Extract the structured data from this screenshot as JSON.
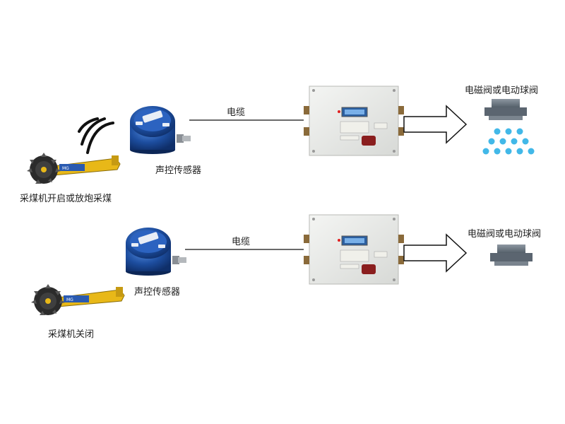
{
  "scenario_on": {
    "shearer_label": "采煤机开启或放炮采煤",
    "sensor_label": "声控传感器",
    "cable_label": "电缆",
    "valve_label": "电磁阀或电动球阀",
    "valve_state": "spraying",
    "sound_waves": true
  },
  "scenario_off": {
    "shearer_label": "采煤机关闭",
    "sensor_label": "声控传感器",
    "cable_label": "电缆",
    "valve_label": "电磁阀或电动球阀",
    "valve_state": "closed",
    "sound_waves": false
  },
  "colors": {
    "sensor_blue": "#1d4ea0",
    "controller_body": "#e8e9e7",
    "shearer_yellow": "#e8b818",
    "water_drop": "#42b8e8",
    "valve_gray": "#6e7780"
  },
  "icons": {
    "sound": "sound-wave-icon",
    "shearer": "coal-shearer-icon",
    "sensor": "acoustic-sensor-icon",
    "controller": "controller-box-icon",
    "valve": "valve-icon",
    "spray": "water-spray-icon"
  }
}
